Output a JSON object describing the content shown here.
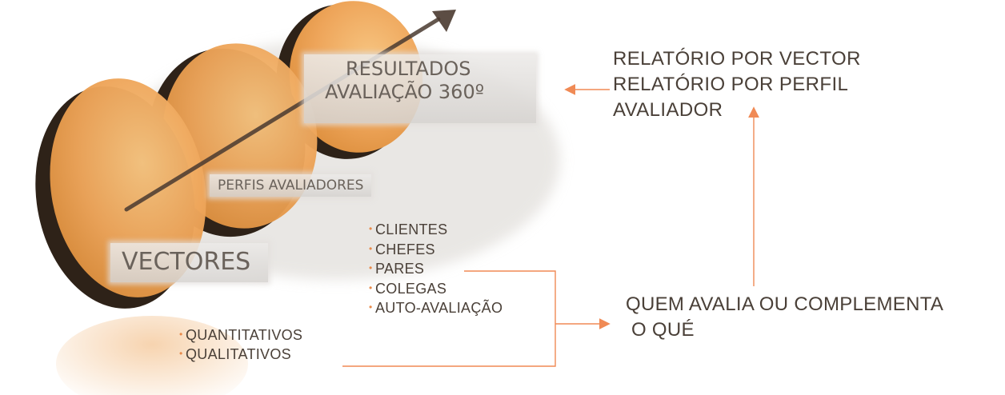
{
  "stages": {
    "results_line1": "RESULTADOS",
    "results_line2": "AVALIAÇÃO 360º",
    "profiles": "PERFIS AVALIADORES",
    "vectors": "VECTORES"
  },
  "profile_items": [
    "CLIENTES",
    "CHEFES",
    "PARES",
    "COLEGAS",
    "AUTO-AVALIAÇÃO"
  ],
  "vector_items": [
    "QUANTITATIVOS",
    "QUALITATIVOS"
  ],
  "reports": {
    "line1": "RELATÓRIO POR VECTOR",
    "line2": "RELATÓRIO POR PERFIL",
    "line3": "AVALIADOR"
  },
  "who": {
    "line1": "QUEM AVALIA OU COMPLEMENTA",
    "line2": " O QUÉ"
  },
  "colors": {
    "disc_orange": "#e8a048",
    "disc_rim": "#2e2218",
    "connector": "#f08a55",
    "text": "#4a4038",
    "bullet": "#e88a4a"
  }
}
